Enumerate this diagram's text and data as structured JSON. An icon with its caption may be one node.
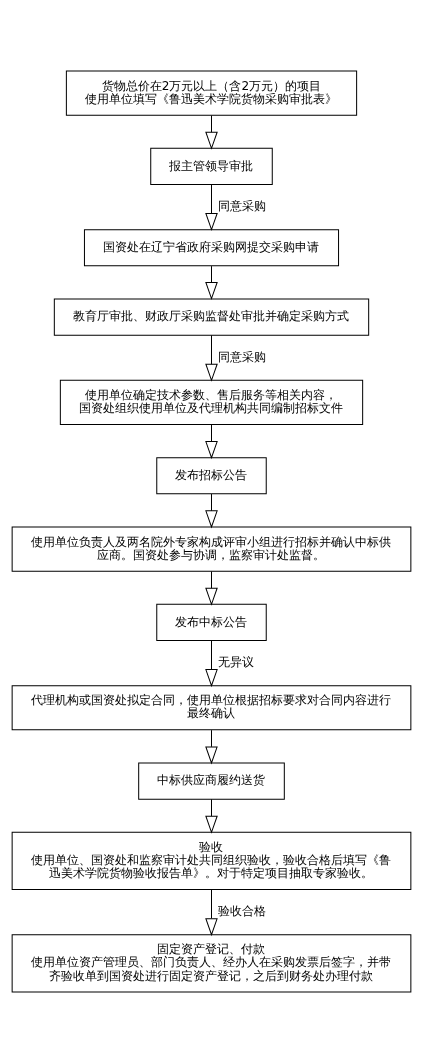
{
  "diagram": {
    "nodes": [
      {
        "text": [
          "货物总价在2万元以上（含2万元）的项目",
          "使用单位填写《鲁迅美术学院货物采购审批表》"
        ]
      },
      {
        "text": [
          "报主管领导审批"
        ]
      },
      {
        "text": [
          "国资处在辽宁省政府采购网提交采购申请"
        ]
      },
      {
        "text": [
          "教育厅审批、财政厅采购监督处审批并确定采购方式"
        ]
      },
      {
        "text": [
          "使用单位确定技术参数、售后服务等相关内容，",
          "国资处组织使用单位及代理机构共同编制招标文件"
        ]
      },
      {
        "text": [
          "发布招标公告"
        ]
      },
      {
        "text": [
          "使用单位负责人及两名院外专家构成评审小组进行招标并确认中标供应商。国资处参与协调，监察审计处监督。"
        ]
      },
      {
        "text": [
          "发布中标公告"
        ]
      },
      {
        "text": [
          "代理机构或国资处拟定合同，使用单位根据招标要求对合同内容进行最终确认"
        ]
      },
      {
        "text": [
          "中标供应商履约送货"
        ]
      },
      {
        "text": [
          "验收",
          "使用单位、国资处和监察审计处共同组织验收，验收合格后填写《鲁迅美术学院货物验收报告单》。对于特定项目抽取专家验收。"
        ]
      },
      {
        "text": [
          "固定资产登记、付款",
          "使用单位资产管理员、部门负责人、经办人在采购发票后签字，并带齐验收单到国资处进行固定资产登记，之后到财务处办理付款"
        ]
      }
    ],
    "edges": [
      {
        "from": 0,
        "to": 1,
        "arrow": "to"
      },
      {
        "from": 1,
        "to": 2,
        "arrow": "to",
        "label": "同意采购"
      },
      {
        "from": 2,
        "to": 3,
        "arrow": "to"
      },
      {
        "from": 3,
        "to": 4,
        "arrow": "to",
        "label": "同意采购"
      },
      {
        "from": 4,
        "to": 5,
        "arrow": "to"
      },
      {
        "from": 5,
        "to": 6,
        "arrow": "to"
      },
      {
        "from": 6,
        "to": 7,
        "arrow": "to"
      },
      {
        "from": 7,
        "to": 8,
        "arrow": "to",
        "label": "无异议"
      },
      {
        "from": 8,
        "to": 9,
        "arrow": "to"
      },
      {
        "from": 9,
        "to": 10,
        "arrow": "to"
      },
      {
        "from": 10,
        "to": 11,
        "arrow": "to",
        "label": "验收合格"
      }
    ]
  }
}
